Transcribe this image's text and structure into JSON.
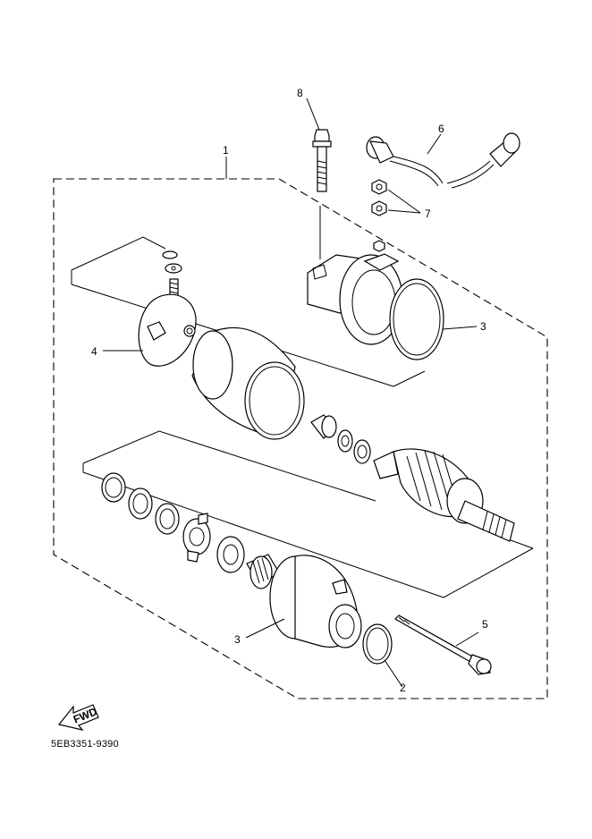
{
  "callouts": {
    "c1": "1",
    "c2": "2",
    "c3a": "3",
    "c3b": "3",
    "c4": "4",
    "c5": "5",
    "c6": "6",
    "c7": "7",
    "c8": "8"
  },
  "fwd_label": "FWD",
  "diagram_code": "5EB3351-9390"
}
